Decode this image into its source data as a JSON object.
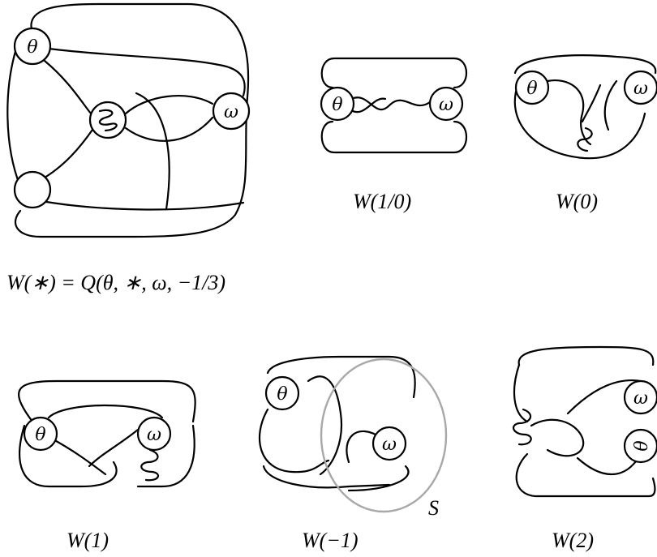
{
  "labels": {
    "theta": "θ",
    "omega": "ω",
    "sphere": "S"
  },
  "captions": {
    "main": "W(∗) = Q(θ, ∗, ω, −1/3)",
    "w_inf": "W(1/0)",
    "w_0": "W(0)",
    "w_1": "W(1)",
    "w_m1": "W(−1)",
    "w_2": "W(2)"
  },
  "colors": {
    "ink": "#000000",
    "sphere": "#a8a8a8"
  }
}
